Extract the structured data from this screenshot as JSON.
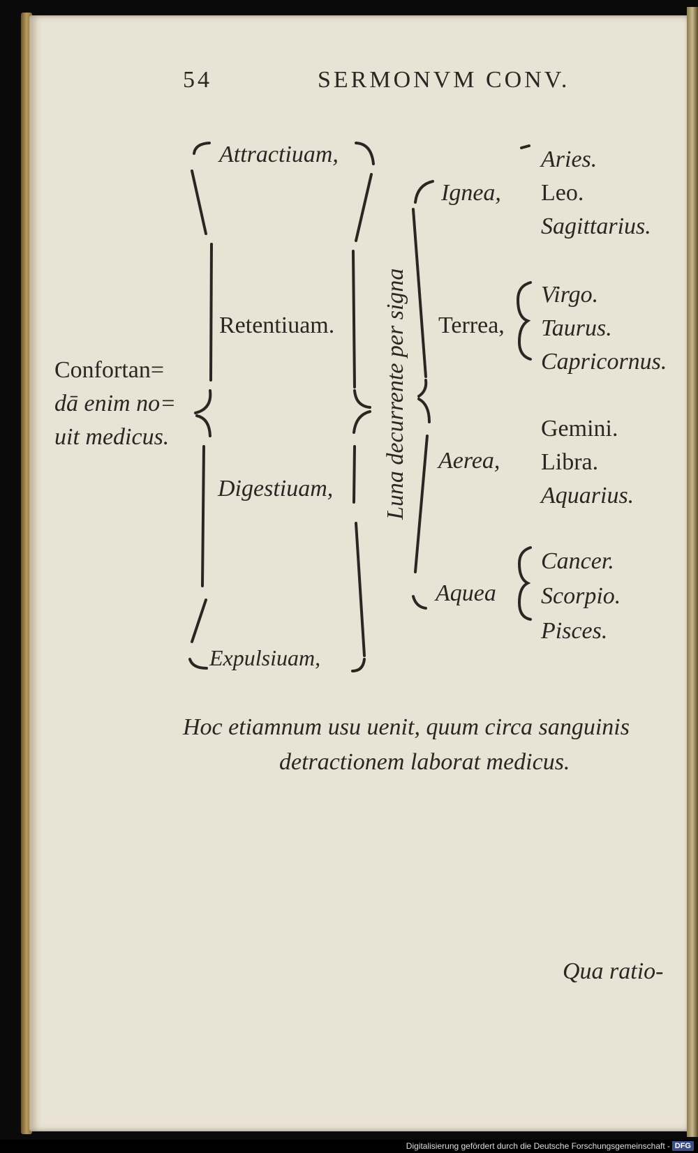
{
  "header": {
    "page_number": "54",
    "running_title": "SERMONVM CONV."
  },
  "left_note": [
    "Confortan=",
    "dā enim no=",
    "uit medicus."
  ],
  "faculties": [
    "Attractiuam,",
    "Retentiuam.",
    "Digestiuam,",
    "Expulsiuam,"
  ],
  "vertical_label": "Luna decurrente per signa",
  "elements": [
    "Ignea,",
    "Terrea,",
    "Aerea,",
    "Aquea"
  ],
  "signs": {
    "ignea": [
      "Aries.",
      "Leo.",
      "Sagittarius."
    ],
    "terrea": [
      "Virgo.",
      "Taurus.",
      "Capricornus."
    ],
    "aerea": [
      "Gemini.",
      "Libra.",
      "Aquarius."
    ],
    "aquea": [
      "Cancer.",
      "Scorpio.",
      "Pisces."
    ]
  },
  "body_text": [
    "Hoc etiamnum usu uenit, quum circa sanguinis",
    "detractionem laborat medicus."
  ],
  "catchword": "Qua ratio-",
  "footer": {
    "credit": "Digitalisierung gefördert durch die Deutsche Forschungsgemeinschaft -",
    "logo": "DFG"
  }
}
